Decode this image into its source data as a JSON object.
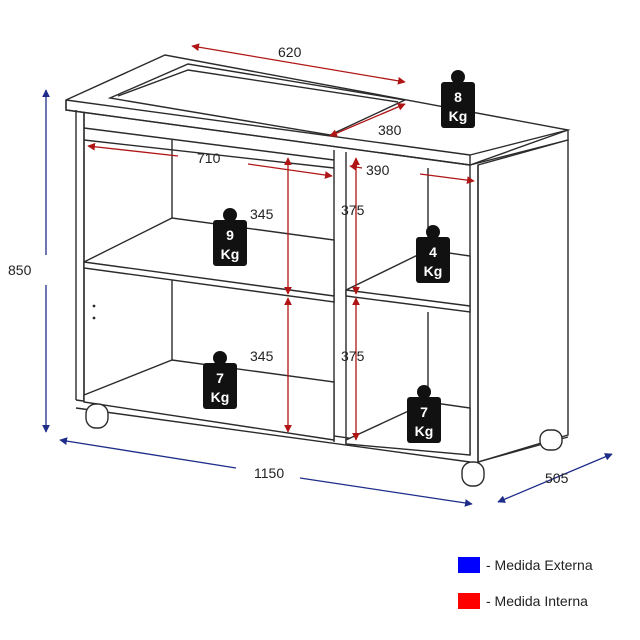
{
  "colors": {
    "external": "#1f2d8a",
    "internal": "#b01515",
    "legend_external": "#0000ff",
    "legend_internal": "#ff0000",
    "outline": "#2b2b2b"
  },
  "external_dims": {
    "height": "850",
    "width": "1150",
    "depth": "505"
  },
  "internal_dims": {
    "top_width": "620",
    "top_depth": "380",
    "left_width": "710",
    "right_width": "390",
    "left_upper_height": "345",
    "left_lower_height": "345",
    "right_upper_height": "375",
    "right_lower_height": "375"
  },
  "weights": {
    "top": {
      "value": "8",
      "unit": "Kg"
    },
    "left_upper": {
      "value": "9",
      "unit": "Kg"
    },
    "right_upper": {
      "value": "4",
      "unit": "Kg"
    },
    "left_lower": {
      "value": "7",
      "unit": "Kg"
    },
    "right_lower": {
      "value": "7",
      "unit": "Kg"
    }
  },
  "legend": {
    "external_label": "- Medida Externa",
    "internal_label": "- Medida Interna"
  },
  "icons": {
    "weight": "weight-icon",
    "caster": "caster-wheel-icon"
  }
}
